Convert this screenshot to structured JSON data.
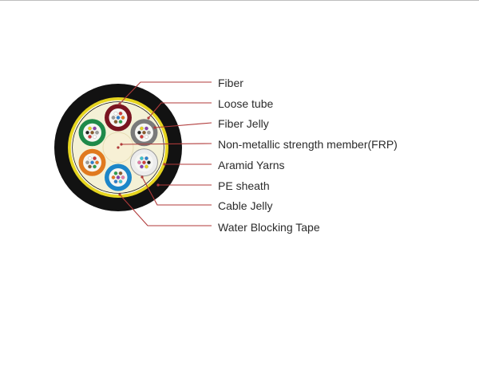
{
  "diagram": {
    "callouts": [
      {
        "id": "fiber",
        "label": "Fiber"
      },
      {
        "id": "loose-tube",
        "label": "Loose tube"
      },
      {
        "id": "fiber-jelly",
        "label": "Fiber Jelly"
      },
      {
        "id": "frp",
        "label": "Non-metallic strength member(FRP)"
      },
      {
        "id": "aramid",
        "label": "Aramid Yarns"
      },
      {
        "id": "pe-sheath",
        "label": "PE sheath"
      },
      {
        "id": "cable-jelly",
        "label": "Cable Jelly"
      },
      {
        "id": "water-tape",
        "label": "Water Blocking Tape"
      }
    ],
    "colors": {
      "leader_line": "#b03a3a",
      "outer_sheath": "#121212",
      "aramid_ring": "#e6d51f",
      "cable_jelly": "#f4f1d6",
      "frp_core": "#f7f0d5",
      "tube_colors": [
        "#7a1420",
        "#7a7a7a",
        "#ececec",
        "#1c86c8",
        "#e07a1f",
        "#1f8a4a"
      ],
      "fiber_colors": [
        "#2a7fd0",
        "#e8741e",
        "#28a04b",
        "#8a5a2b",
        "#9a9a9a",
        "#ffffff",
        "#d23a3a",
        "#222222",
        "#e8d21e",
        "#8a3fb0",
        "#e67aa6",
        "#3cc3cf"
      ]
    }
  }
}
